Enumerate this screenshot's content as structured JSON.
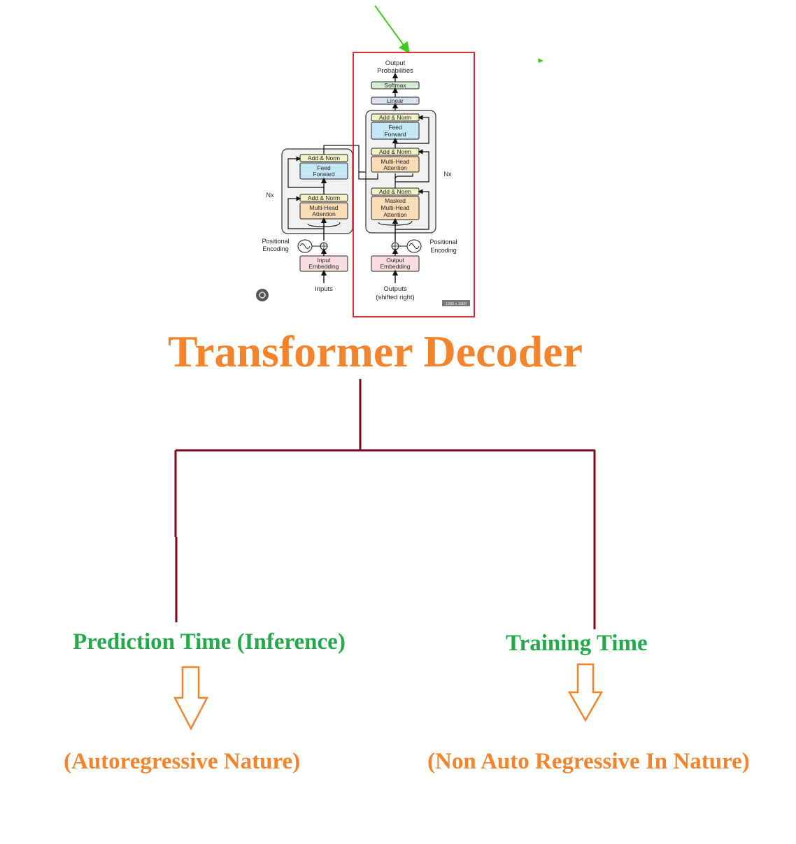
{
  "diagram": {
    "encoder": {
      "nx_label": "Nx",
      "add_norm_top": "Add & Norm",
      "feed_forward": [
        "Feed",
        "Forward"
      ],
      "add_norm_bottom": "Add & Norm",
      "attention": [
        "Multi-Head",
        "Attention"
      ],
      "positional_encoding": [
        "Positional",
        "Encoding"
      ],
      "embedding": [
        "Input",
        "Embedding"
      ],
      "inputs_label": "Inputs"
    },
    "decoder": {
      "output_probabilities": [
        "Output",
        "Probabilities"
      ],
      "softmax": "Softmax",
      "linear": "Linear",
      "add_norm_1": "Add & Norm",
      "feed_forward": [
        "Feed",
        "Forward"
      ],
      "add_norm_2": "Add & Norm",
      "cross_attention": [
        "Multi-Head",
        "Attention"
      ],
      "add_norm_3": "Add & Norm",
      "masked_attention": [
        "Masked",
        "Multi-Head",
        "Attention"
      ],
      "nx_label": "Nx",
      "positional_encoding": [
        "Positional",
        "Encoding"
      ],
      "embedding": [
        "Output",
        "Embedding"
      ],
      "outputs_label": [
        "Outputs",
        "(shifted right)"
      ],
      "image_size_badge": "1280 x 1680"
    },
    "colors": {
      "highlight_border": "#e0302f",
      "annotation_arrow": "#3dcc1f",
      "add_norm": "#f3f5c6",
      "feed_forward": "#c4e6f5",
      "attention": "#fbdcb8",
      "embedding": "#f9dde0",
      "softmax": "#d6ecd6",
      "linear": "#dde0f1",
      "block_bg": "#f1f1f1"
    }
  },
  "tree": {
    "title": "Transformer Decoder",
    "line_color": "#7a0a1e",
    "branches": [
      {
        "label": "Prediction Time (Inference)",
        "result": "(Autoregressive Nature)"
      },
      {
        "label": "Training Time",
        "result": "(Non Auto Regressive In Nature)"
      }
    ],
    "label_color": "#23a84a",
    "accent_color": "#f4842c"
  }
}
